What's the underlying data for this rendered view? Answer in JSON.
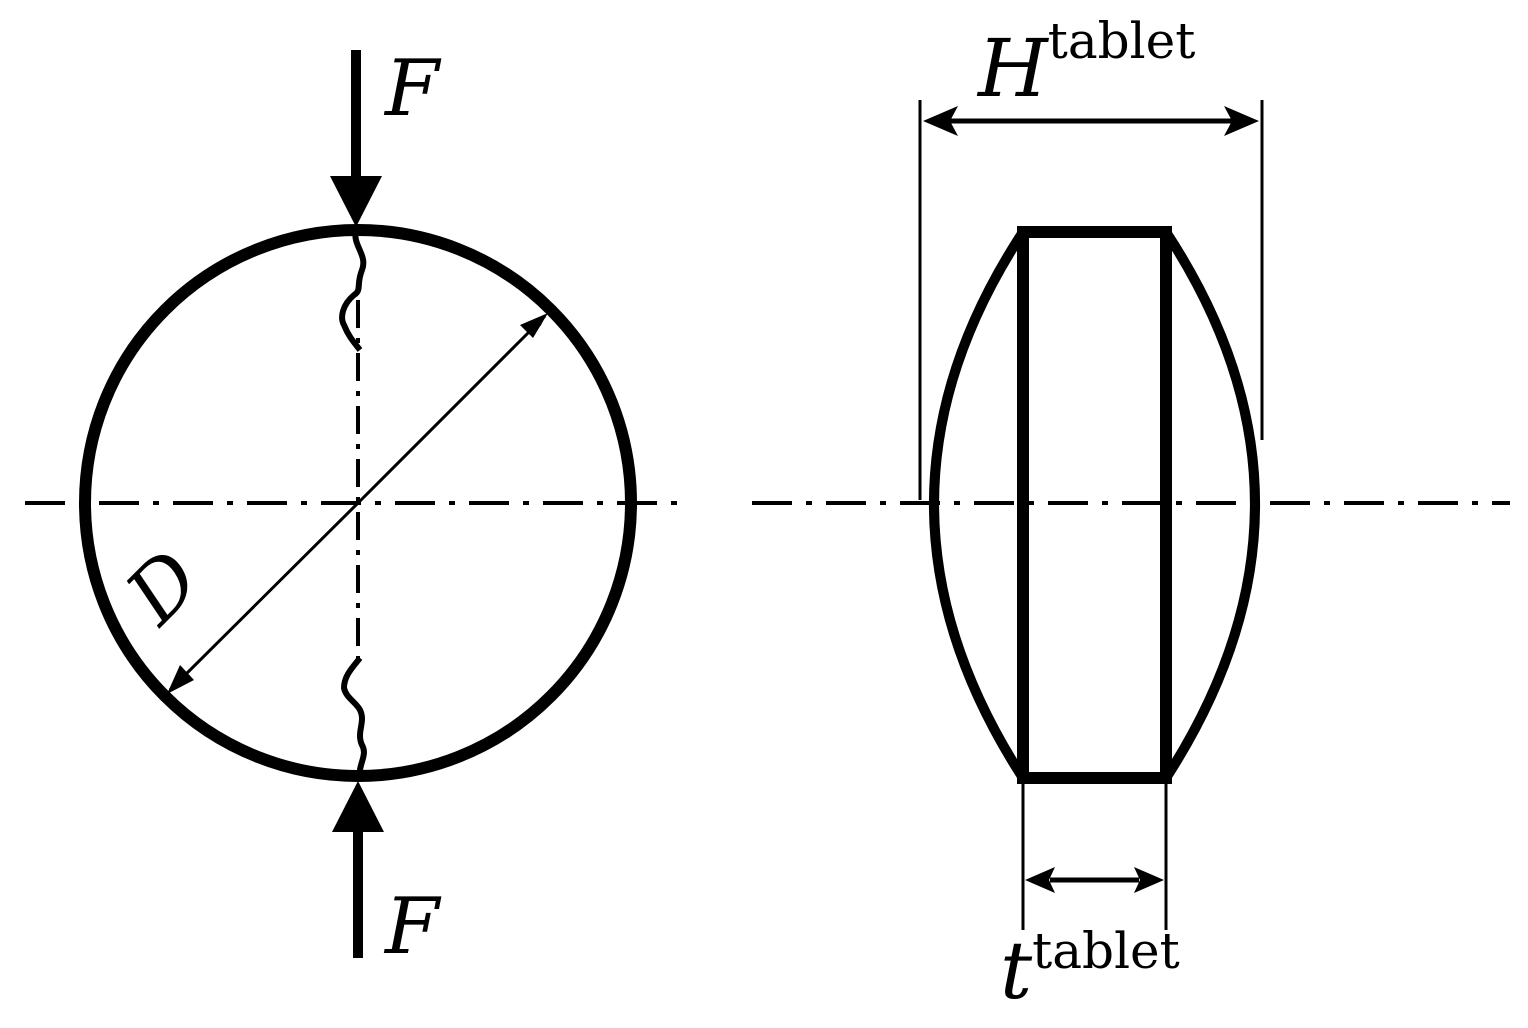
{
  "labels": {
    "force_top": "F",
    "force_bottom": "F",
    "diameter": "D",
    "height_symbol": "H",
    "height_superscript": "tablet",
    "thickness_symbol": "t",
    "thickness_superscript": "tablet"
  }
}
